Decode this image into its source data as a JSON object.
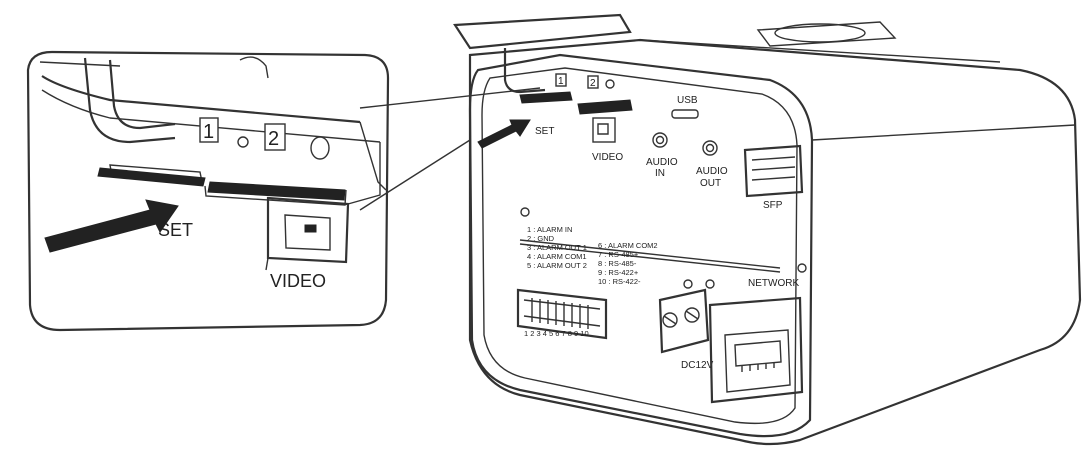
{
  "zoom": {
    "slot1": "1",
    "slot2": "2",
    "reset": "SET",
    "video": "VIDEO"
  },
  "camera": {
    "slot1": "1",
    "slot2": "2",
    "reset": "SET",
    "usb": "USB",
    "video": "VIDEO",
    "audio_in_1": "AUDIO",
    "audio_in_2": "IN",
    "audio_out_1": "AUDIO",
    "audio_out_2": "OUT",
    "sfp": "SFP",
    "network": "NETWORK",
    "power": "DC12V",
    "terminal_pins": "1 2 3 4 5 6 7 8 9 10",
    "pins_left": [
      "1 : ALARM IN",
      "2 : GND",
      "3 : ALARM OUT 1",
      "4 : ALARM COM1",
      "5 : ALARM OUT 2"
    ],
    "pins_right": [
      "6 : ALARM COM2",
      "7 : RS-485+",
      "8 : RS-485-",
      "9 : RS-422+",
      "10 : RS-422-"
    ]
  },
  "colors": {
    "line": "#333333",
    "card": "#222222",
    "background": "#ffffff"
  }
}
